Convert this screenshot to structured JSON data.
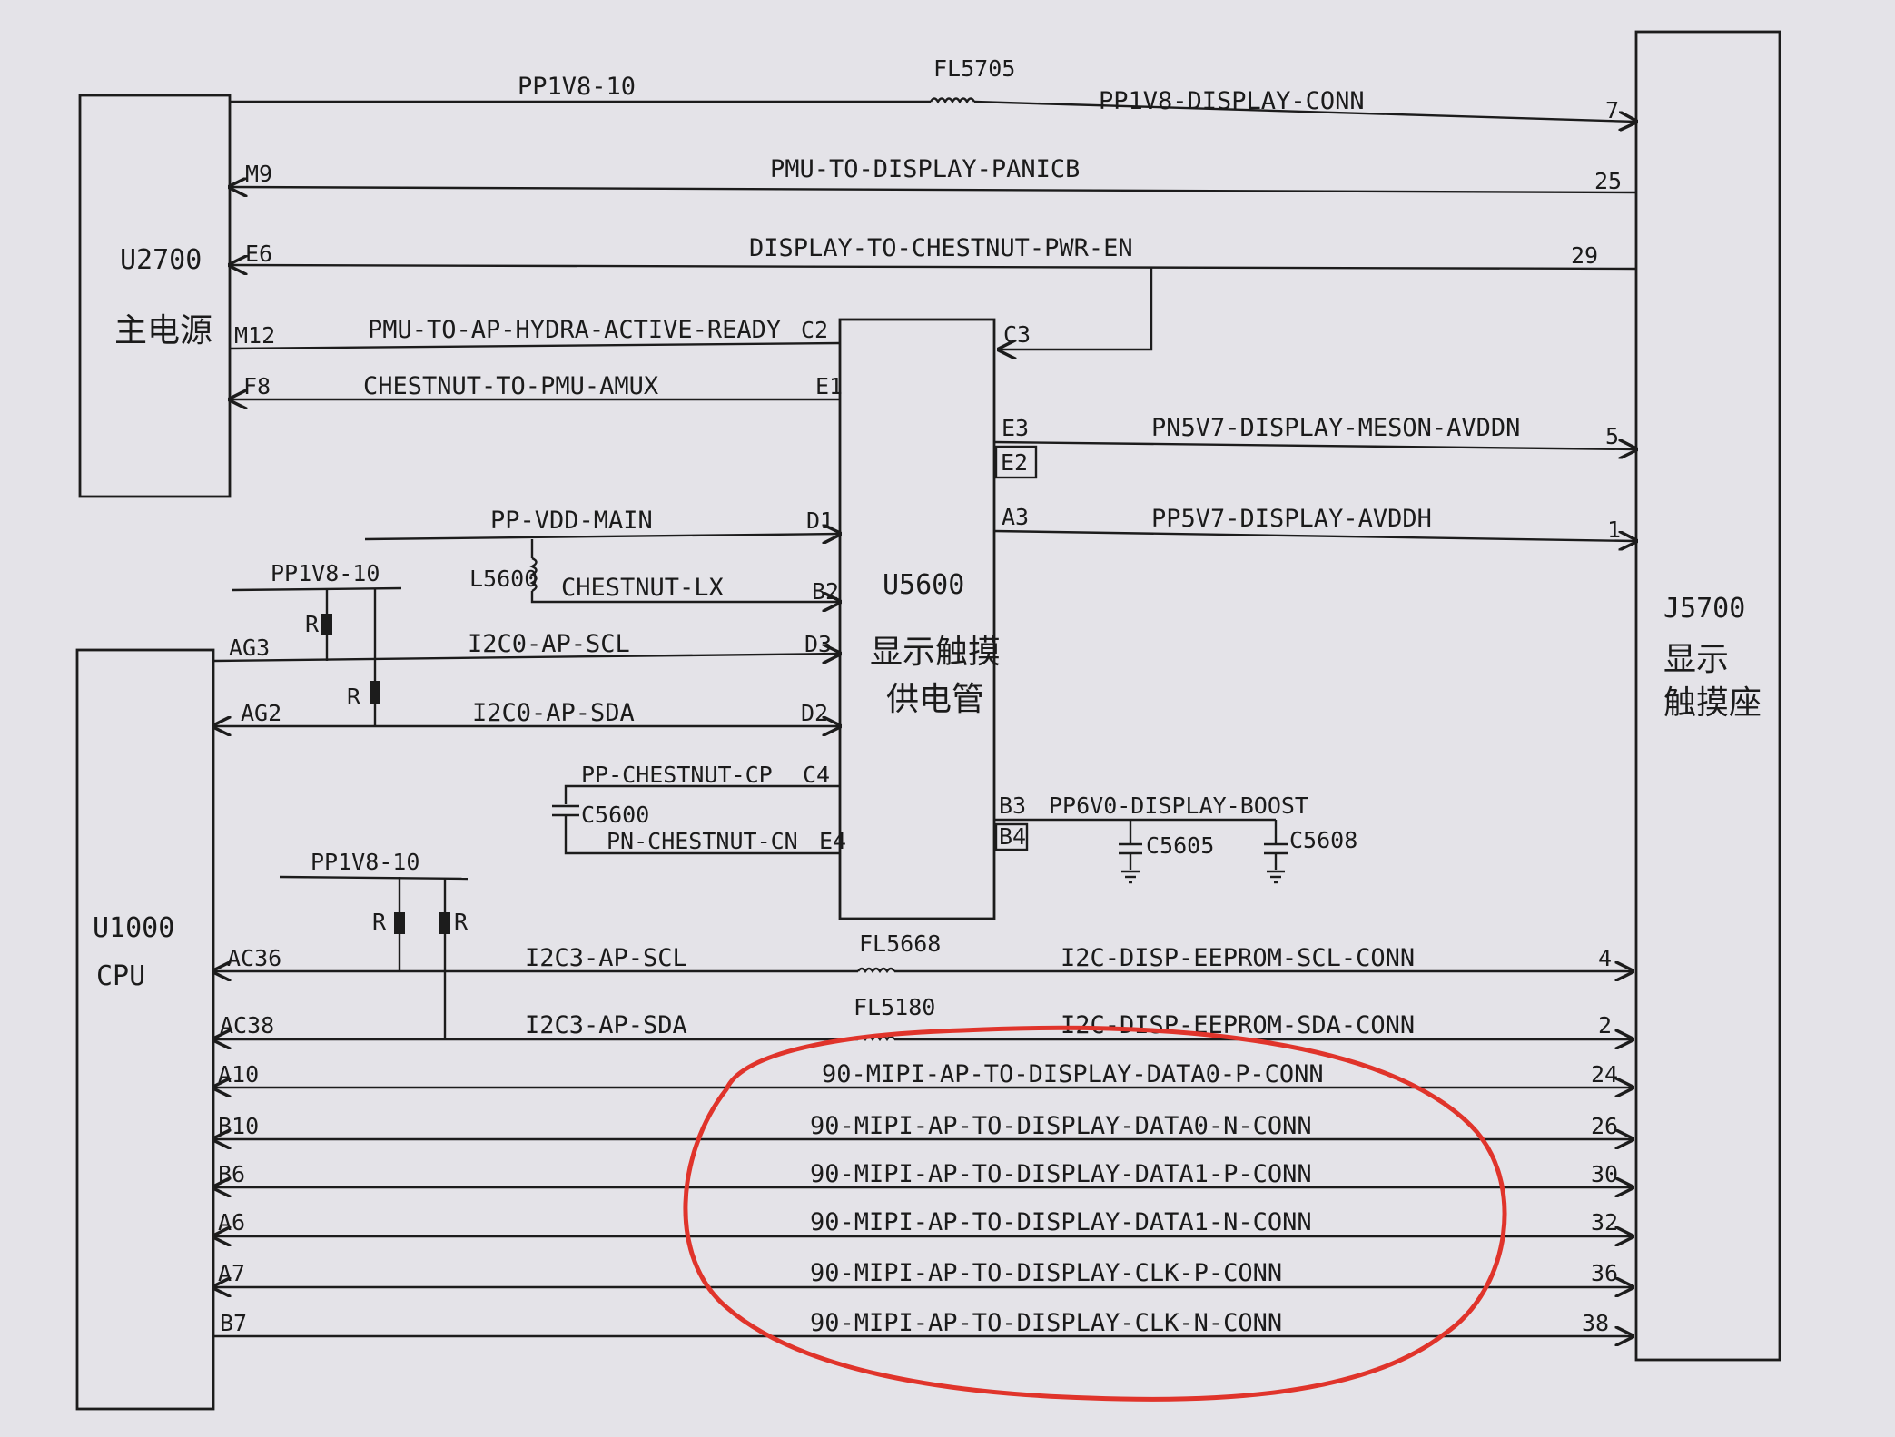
{
  "components": {
    "u2700": {
      "ref": "U2700",
      "desc": "主电源"
    },
    "u1000": {
      "ref": "U1000",
      "desc": "CPU"
    },
    "u5600": {
      "ref": "U5600",
      "desc_line1": "显示触摸",
      "desc_line2": "供电管"
    },
    "j5700": {
      "ref": "J5700",
      "desc_line1": "显示",
      "desc_line2": "触摸座"
    }
  },
  "nets": {
    "pp1v8_10": "PP1V8-10",
    "pp1v8_display_conn": "PP1V8-DISPLAY-CONN",
    "pmu_panic": "PMU-TO-DISPLAY-PANICB",
    "pwr_en": "DISPLAY-TO-CHESTNUT-PWR-EN",
    "hydra": "PMU-TO-AP-HYDRA-ACTIVE-READY",
    "amux": "CHESTNUT-TO-PMU-AMUX",
    "meson": "PN5V7-DISPLAY-MESON-AVDDN",
    "avddh": "PP5V7-DISPLAY-AVDDH",
    "vdd_main": "PP-VDD-MAIN",
    "lx": "CHESTNUT-LX",
    "pp1v8_10b": "PP1V8-10",
    "i2c0_scl": "I2C0-AP-SCL",
    "i2c0_sda": "I2C0-AP-SDA",
    "cp": "PP-CHESTNUT-CP",
    "cn": "PN-CHESTNUT-CN",
    "boost": "PP6V0-DISPLAY-BOOST",
    "pp1v8_10c": "PP1V8-10",
    "i2c3_scl": "I2C3-AP-SCL",
    "i2c3_sda": "I2C3-AP-SDA",
    "ee_scl": "I2C-DISP-EEPROM-SCL-CONN",
    "ee_sda": "I2C-DISP-EEPROM-SDA-CONN",
    "mipi": [
      "90-MIPI-AP-TO-DISPLAY-DATA0-P-CONN",
      "90-MIPI-AP-TO-DISPLAY-DATA0-N-CONN",
      "90-MIPI-AP-TO-DISPLAY-DATA1-P-CONN",
      "90-MIPI-AP-TO-DISPLAY-DATA1-N-CONN",
      "90-MIPI-AP-TO-DISPLAY-CLK-P-CONN",
      "90-MIPI-AP-TO-DISPLAY-CLK-N-CONN"
    ]
  },
  "parts": {
    "fl5705": "FL5705",
    "fl5668": "FL5668",
    "fl5180": "FL5180",
    "l5600": "L5600",
    "c5600": "C5600",
    "c5605": "C5605",
    "c5608": "C5608",
    "r": "R"
  },
  "pins": {
    "u2700": {
      "m9": "M9",
      "e6": "E6",
      "m12": "M12",
      "f8": "F8"
    },
    "u1000": {
      "ag3": "AG3",
      "ag2": "AG2",
      "ac36": "AC36",
      "ac38": "AC38",
      "mipi": [
        "A10",
        "B10",
        "B6",
        "A6",
        "A7",
        "B7"
      ]
    },
    "u5600": {
      "c2": "C2",
      "e1": "E1",
      "d1": "D1",
      "b2": "B2",
      "d3": "D3",
      "d2": "D2",
      "c4": "C4",
      "e4": "E4",
      "c3": "C3",
      "e3": "E3",
      "e2": "E2",
      "a3": "A3",
      "b3": "B3",
      "b4": "B4"
    },
    "j5700": {
      "p7": "7",
      "p25": "25",
      "p29": "29",
      "p5": "5",
      "p1": "1",
      "p4": "4",
      "p2": "2",
      "mipi": [
        "24",
        "26",
        "30",
        "32",
        "36",
        "38"
      ]
    }
  },
  "colors": {
    "paper": "#e4e3e8",
    "ink": "#1c1c1c",
    "highlight": "#e0342b"
  }
}
